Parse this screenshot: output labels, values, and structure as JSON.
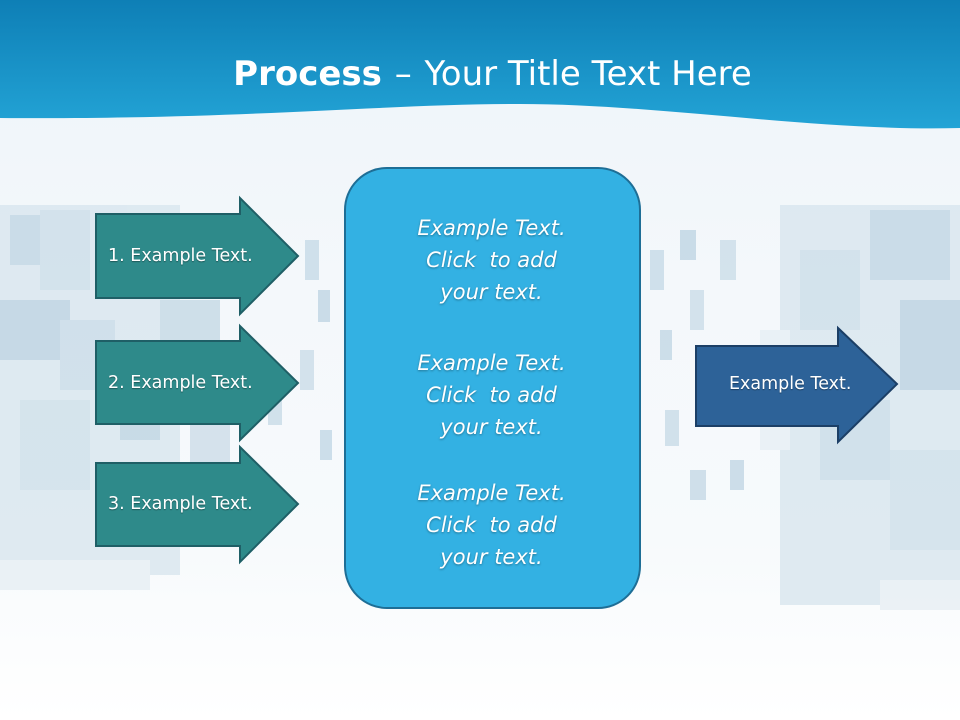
{
  "slide": {
    "title_bold": "Process",
    "title_dash": "–",
    "title_rest": "Your Title Text Here"
  },
  "inputs": [
    {
      "label": "1. Example Text."
    },
    {
      "label": "2. Example Text."
    },
    {
      "label": "3. Example Text."
    }
  ],
  "center_box": {
    "blocks": [
      {
        "lines": [
          "Example Text.",
          "Click  to add",
          "your text."
        ]
      },
      {
        "lines": [
          "Example Text.",
          "Click  to add",
          "your text."
        ]
      },
      {
        "lines": [
          "Example Text.",
          "Click  to add",
          "your text."
        ]
      }
    ]
  },
  "output": {
    "label": "Example Text."
  },
  "colors": {
    "header_blue": "#1b95c9",
    "input_arrow_fill": "#2e8a8a",
    "center_box_fill": "#33b1e3",
    "output_arrow_fill": "#2d6298"
  }
}
